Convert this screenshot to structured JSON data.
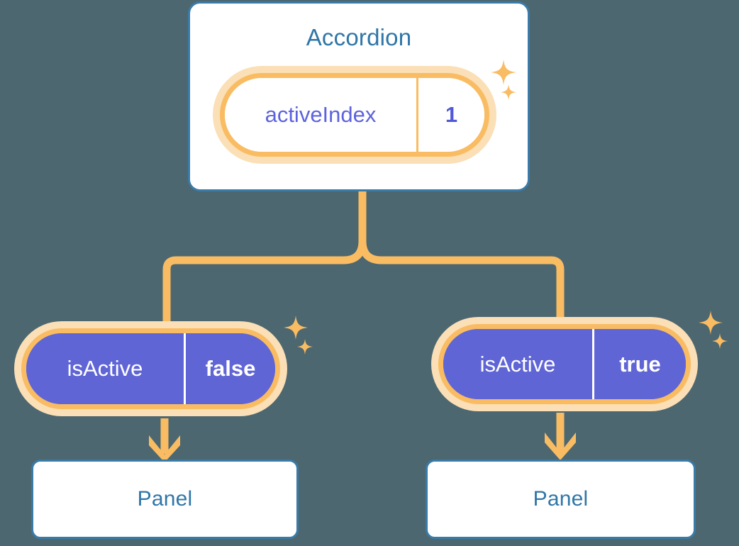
{
  "diagram": {
    "title": "Accordion component state diagram",
    "background_color": "#4d6770",
    "colors": {
      "node_border_blue": "#3a7ba8",
      "text_blue": "#2f76a8",
      "connector_orange": "#f9bc62",
      "glow_orange": "#fbdfb6",
      "state_purple": "#6065d6",
      "value_purple": "#5159d8",
      "card_white": "#ffffff"
    }
  },
  "root": {
    "name": "accordion-card",
    "title": "Accordion",
    "state": {
      "key": "activeIndex",
      "value": "1",
      "style": "white-pill"
    },
    "sparkles": [
      {
        "name": "sparkle-large",
        "size": 34
      },
      {
        "name": "sparkle-small",
        "size": 20
      }
    ]
  },
  "children": [
    {
      "name": "branch-left",
      "state": {
        "key": "isActive",
        "value": "false",
        "style": "purple-pill"
      },
      "panel": {
        "name": "panel-left",
        "label": "Panel"
      },
      "sparkles": [
        {
          "name": "sparkle-large",
          "size": 32
        },
        {
          "name": "sparkle-small",
          "size": 20
        }
      ]
    },
    {
      "name": "branch-right",
      "state": {
        "key": "isActive",
        "value": "true",
        "style": "purple-pill"
      },
      "panel": {
        "name": "panel-right",
        "label": "Panel"
      },
      "sparkles": [
        {
          "name": "sparkle-large",
          "size": 32
        },
        {
          "name": "sparkle-small",
          "size": 20
        }
      ]
    }
  ],
  "connectors": {
    "stem_from_root": "vertical",
    "split": "tee-to-two-branches",
    "arrow_to_panel": "down-arrow"
  }
}
